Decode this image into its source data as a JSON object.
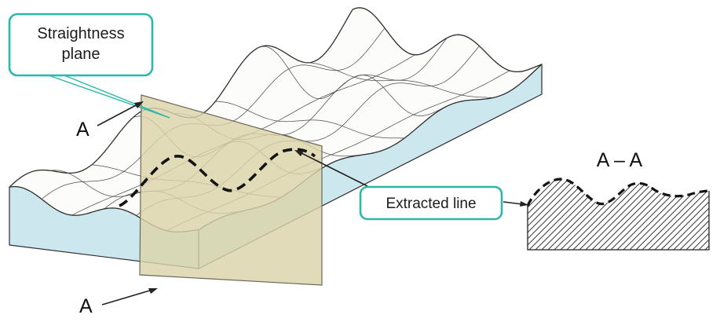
{
  "figure": {
    "callouts": {
      "straightness": {
        "line1": "Straightness",
        "line2": "plane"
      },
      "extracted": {
        "label": "Extracted line"
      }
    },
    "labels": {
      "section_top": "A",
      "section_bottom": "A",
      "section_view": "A – A"
    },
    "colors": {
      "teal": "#2cb7a8",
      "surface_blue": "#cde7ee",
      "plane_beige": "#dbd3aa",
      "line_dark": "#2e2e2e",
      "hatch": "#3a3a3a"
    }
  }
}
